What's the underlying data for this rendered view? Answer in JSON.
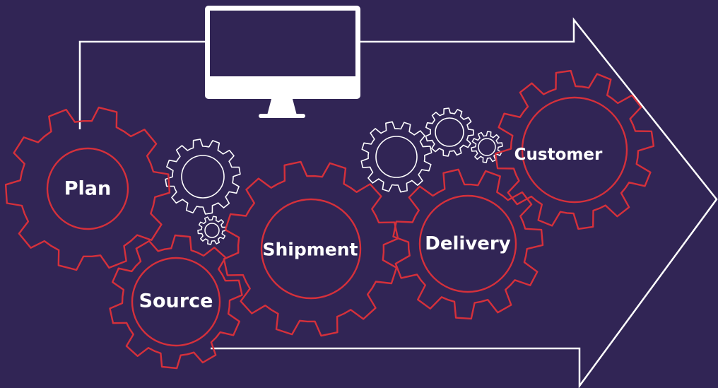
{
  "diagram": {
    "colors": {
      "background": "#312555",
      "outline": "#ffffff",
      "gear_red": "#d5303b",
      "small_gear": "#ffffff",
      "label": "#ffffff"
    },
    "icons": {
      "computer": "monitor-icon",
      "flow": "arrow-outline-icon"
    },
    "stages": [
      {
        "label": "Plan"
      },
      {
        "label": "Source"
      },
      {
        "label": "Shipment"
      },
      {
        "label": "Delivery"
      },
      {
        "label": "Customer"
      }
    ]
  }
}
